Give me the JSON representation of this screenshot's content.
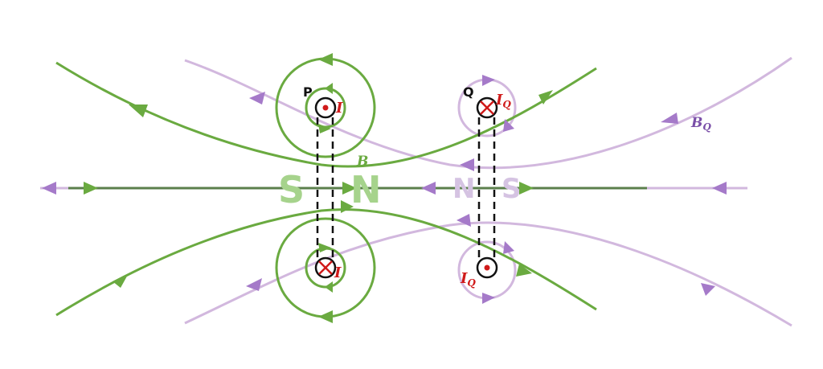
{
  "labels": {
    "coil_p": "P",
    "coil_q": "Q",
    "current_p_top": "I",
    "current_p_bottom": "I",
    "current_q_top": "I",
    "current_q_top_sub": "Q",
    "current_q_bottom": "I",
    "current_q_bottom_sub": "Q",
    "field_p": "B",
    "field_q": "B",
    "field_q_sub": "Q"
  },
  "poles": {
    "p_left": "S",
    "p_right": "N",
    "q_left": "N",
    "q_right": "S"
  },
  "colors": {
    "field_p": "#6aaa40",
    "field_q": "#d2b8de",
    "field_q_arrow": "#a57ac9",
    "axis_p": "#5b7f4c",
    "pole_p": "#a6d38c",
    "pole_q": "#d5c3e2",
    "current_mark": "#d01a1a",
    "label_q": "#7a4fa8",
    "dash": "#111111"
  }
}
